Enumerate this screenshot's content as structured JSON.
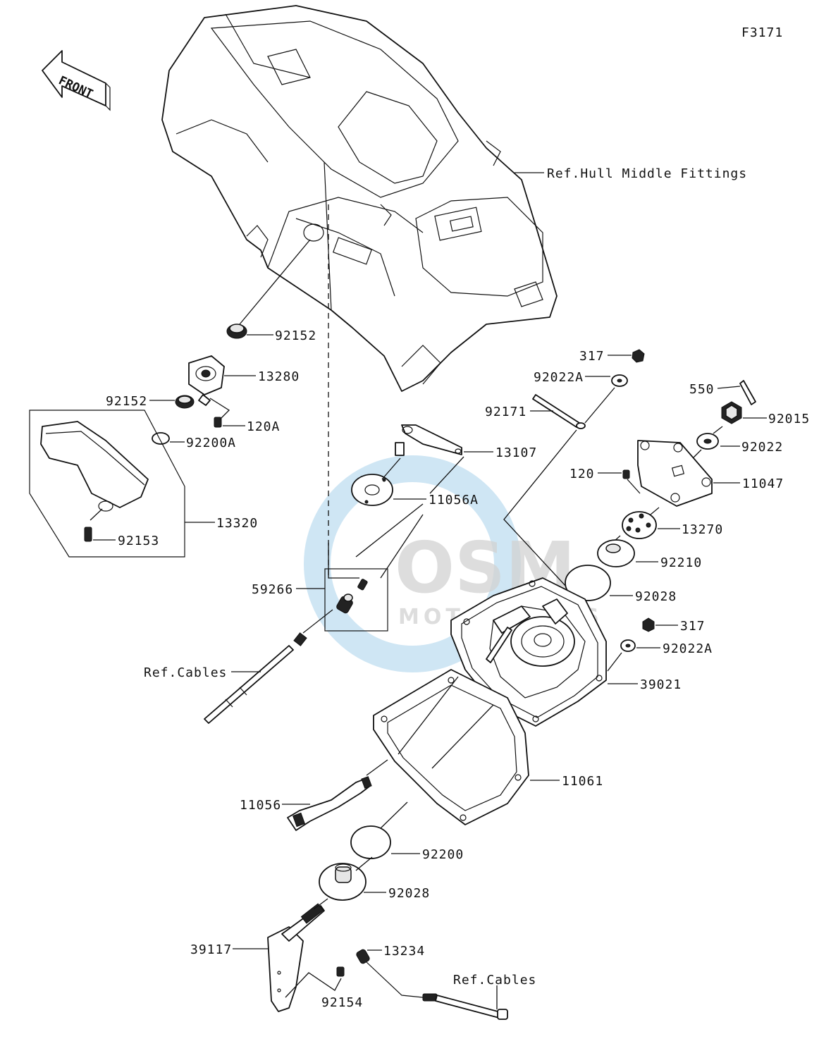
{
  "figure_code": "F3171",
  "front_label": "FRONT",
  "watermark": {
    "brand": "OSM",
    "sub": "MOTORPARTS",
    "color": "#cfe6f4"
  },
  "labels": {
    "hull_ref": "Ref.Hull Middle Fittings",
    "p92152_top": "92152",
    "p13280": "13280",
    "p92152_left": "92152",
    "p120A": "120A",
    "p92200A": "92200A",
    "p13320": "13320",
    "p92153": "92153",
    "p13107": "13107",
    "p11056A": "11056A",
    "p59266": "59266",
    "cables_ref_left": "Ref.Cables",
    "p317_top": "317",
    "p92022A_top": "92022A",
    "p92171": "92171",
    "p550": "550",
    "p92015": "92015",
    "p92022": "92022",
    "p120": "120",
    "p11047": "11047",
    "p13270": "13270",
    "p92210": "92210",
    "p92028_right": "92028",
    "p317_right": "317",
    "p92022A_right": "92022A",
    "p39021": "39021",
    "p11061": "11061",
    "p11056": "11056",
    "p92200": "92200",
    "p92028_bottom": "92028",
    "p39117": "39117",
    "p13234": "13234",
    "p92154": "92154",
    "cables_ref_bottom": "Ref.Cables"
  }
}
